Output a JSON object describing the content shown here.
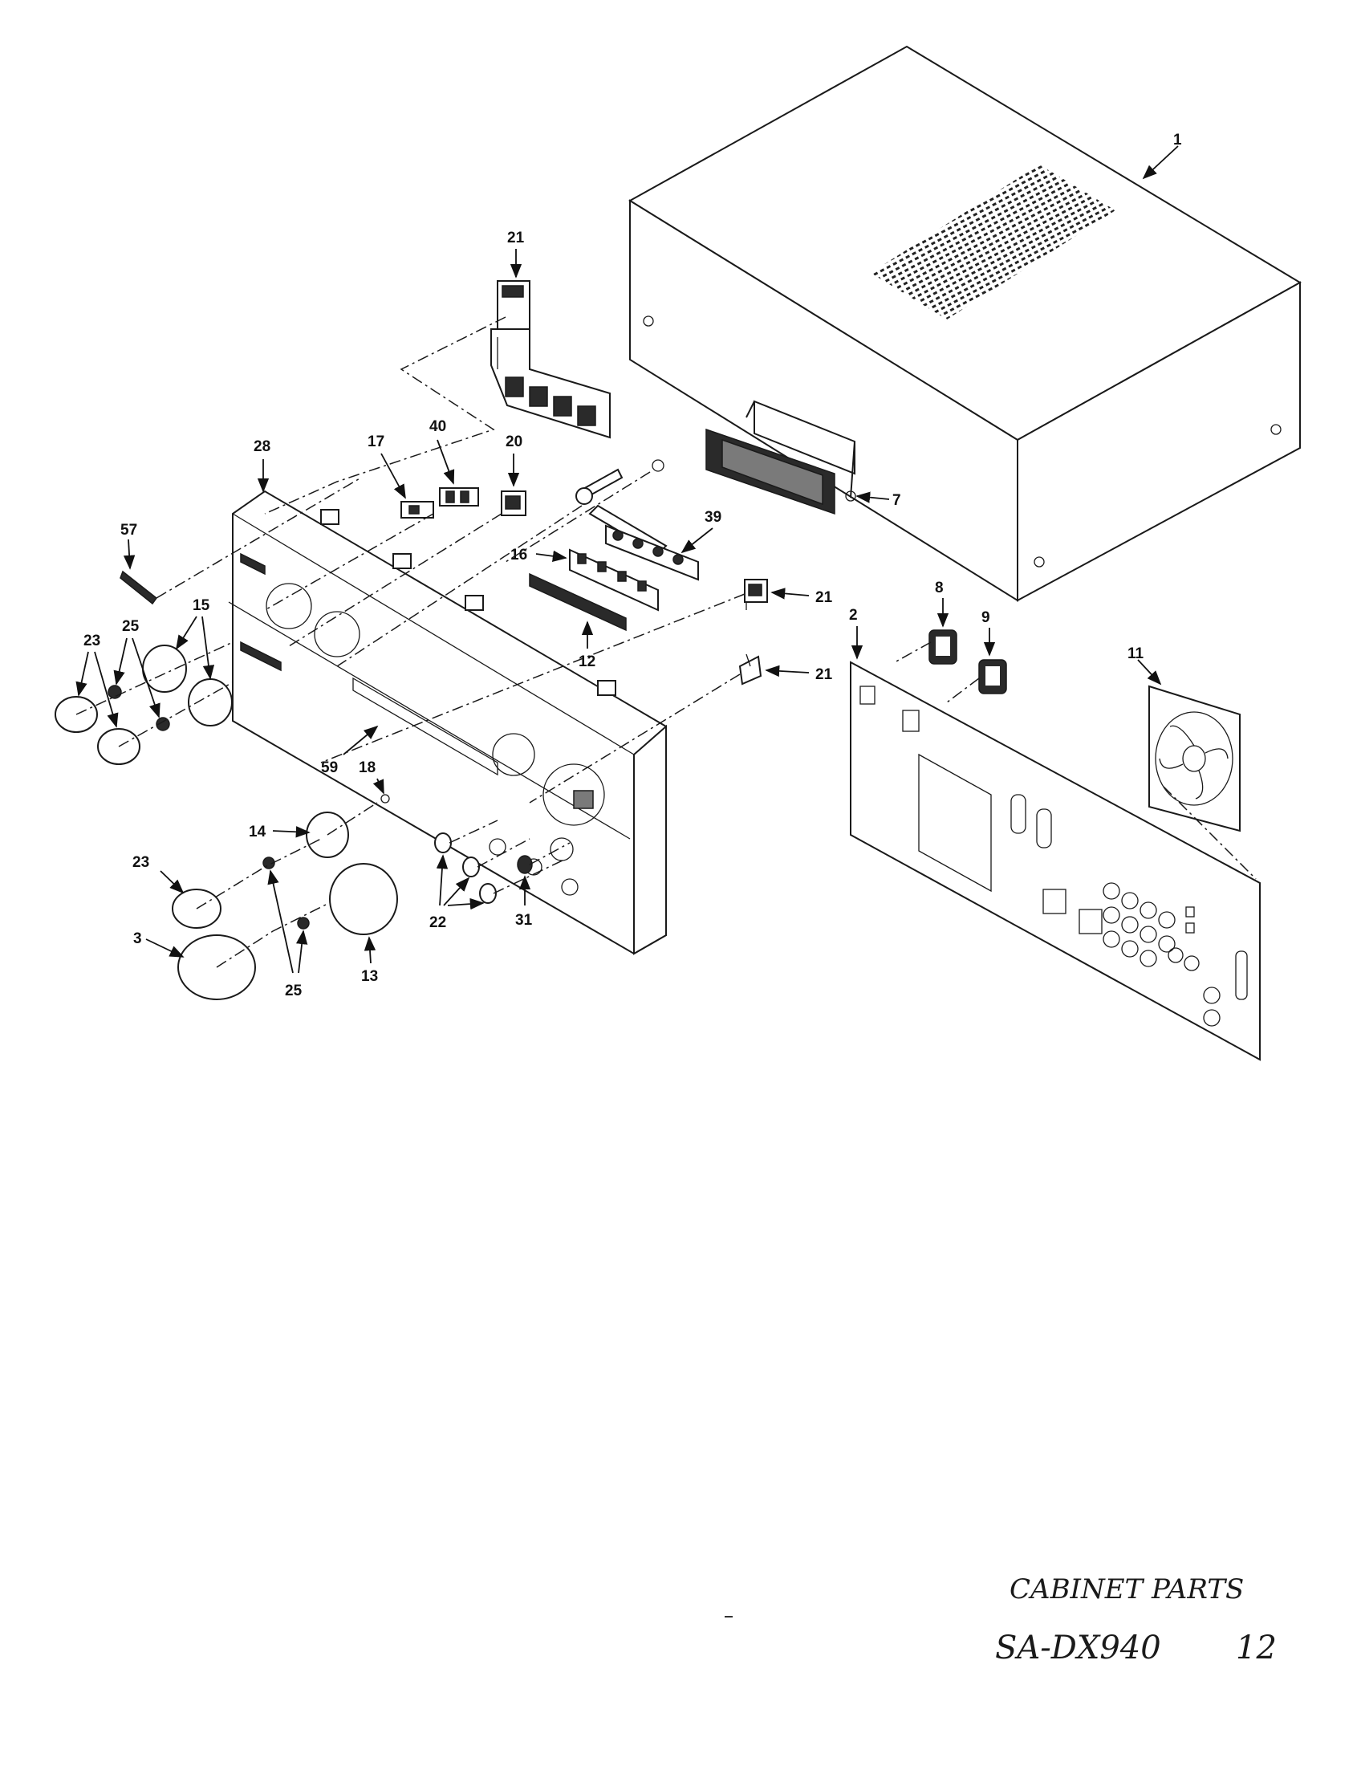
{
  "caption": {
    "title": "CABINET PARTS",
    "model": "SA-DX940",
    "page": "12"
  },
  "part_labels": {
    "p1": "1",
    "p2": "2",
    "p3": "3",
    "p7": "7",
    "p8": "8",
    "p9": "9",
    "p11": "11",
    "p12": "12",
    "p13": "13",
    "p14": "14",
    "p15": "15",
    "p16": "16",
    "p17": "17",
    "p18": "18",
    "p20": "20",
    "p21": "21",
    "p22": "22",
    "p23": "23",
    "p25": "25",
    "p28": "28",
    "p31": "31",
    "p39": "39",
    "p40": "40",
    "p57": "57",
    "p59": "59"
  }
}
